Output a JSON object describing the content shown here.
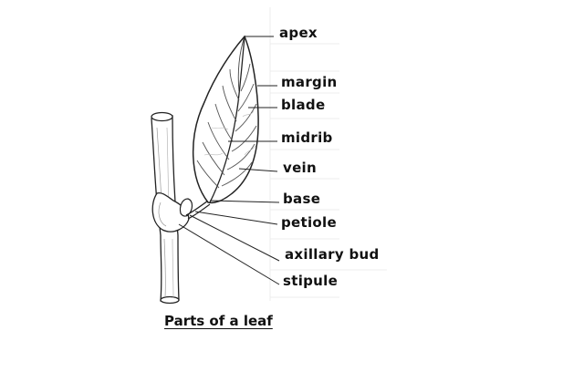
{
  "title": "Parts of a leaf",
  "labels": {
    "apex": "apex",
    "margin": "margin",
    "blade": "blade",
    "midrib": "midrib",
    "vein": "vein",
    "base": "base",
    "petiole": "petiole",
    "axillary_bud": "axillary bud",
    "stipule": "stipule"
  }
}
